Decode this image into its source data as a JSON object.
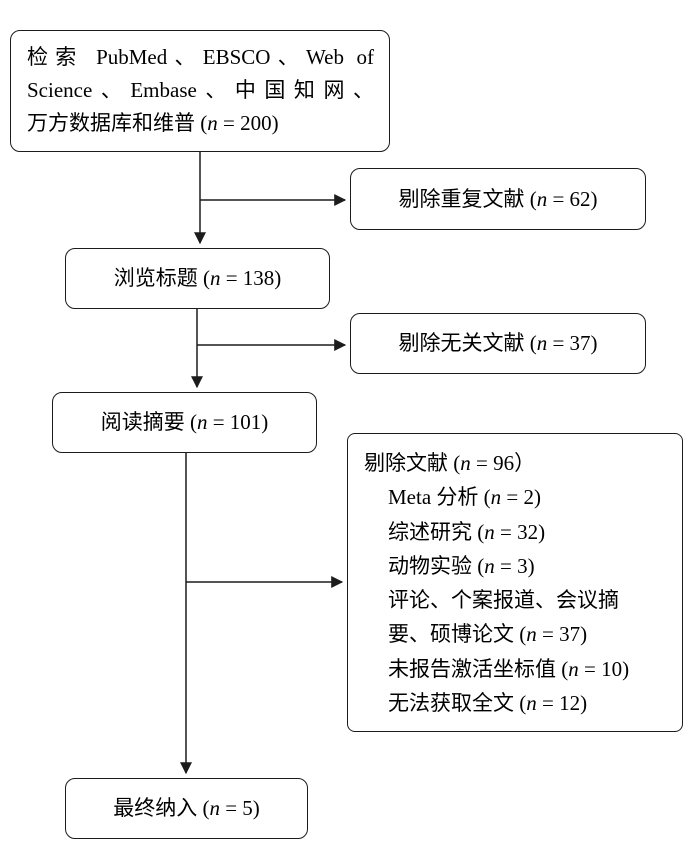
{
  "flow": {
    "search_box": {
      "lines": [
        "检索 PubMed、EBSCO、Web of",
        "Science、Embase、中国知网、",
        "万方数据库和维普 (n = 200)"
      ]
    },
    "dedup_box": {
      "text": "剔除重复文献 (n = 62)"
    },
    "title_box": {
      "text": "浏览标题 (n = 138)"
    },
    "irrelevant_box": {
      "text": "剔除无关文献 (n = 37)"
    },
    "abstract_box": {
      "text": "阅读摘要 (n = 101)"
    },
    "exclusion_box": {
      "lines": [
        {
          "text": "剔除文献 (n = 96）",
          "indent": false
        },
        {
          "text": "Meta 分析 (n = 2)",
          "indent": true
        },
        {
          "text": "综述研究 (n = 32)",
          "indent": true
        },
        {
          "text": "动物实验 (n = 3)",
          "indent": true
        },
        {
          "text": "评论、个案报道、会议摘",
          "indent": true
        },
        {
          "text": "要、硕博论文 (n = 37)",
          "indent": true
        },
        {
          "text": "未报告激活坐标值 (n = 10)",
          "indent": true
        },
        {
          "text": "无法获取全文 (n = 12)",
          "indent": true
        }
      ]
    },
    "final_box": {
      "text": "最终纳入 (n = 5)"
    }
  },
  "colors": {
    "line": "#1c1c1c",
    "background": "#ffffff",
    "text": "#000000"
  }
}
